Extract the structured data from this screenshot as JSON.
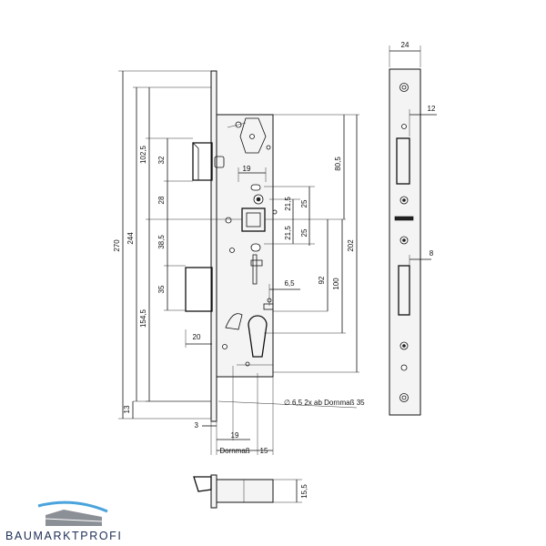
{
  "dimensions": {
    "total_height": "270",
    "height_244": "244",
    "height_102_5": "102,5",
    "height_32": "32",
    "height_28": "28",
    "height_38_5": "38,5",
    "height_35": "35",
    "height_154_5": "154,5",
    "bottom_13": "13",
    "latch_width_20": "20",
    "width_19_top": "19",
    "follower_21_5_a": "21,5",
    "follower_25_a": "25",
    "follower_21_5_b": "21,5",
    "follower_25_b": "25",
    "height_80_5": "80,5",
    "height_202": "202",
    "height_92": "92",
    "height_100": "100",
    "width_6_5": "6,5",
    "hole_note": "6,5 2x ab Dornmaß 35",
    "diameter_symbol": "∅",
    "offset_3": "3",
    "width_19_bottom": "19",
    "backset_label": "Dornmaß",
    "width_15": "15",
    "faceplate_24": "24",
    "faceplate_12": "12",
    "faceplate_8": "8",
    "depth_15_5": "15,5"
  },
  "logo": {
    "text": "BAUMARKTPROFI",
    "colors": {
      "primary": "#1e2f55",
      "accent": "#4aa3dc"
    }
  }
}
